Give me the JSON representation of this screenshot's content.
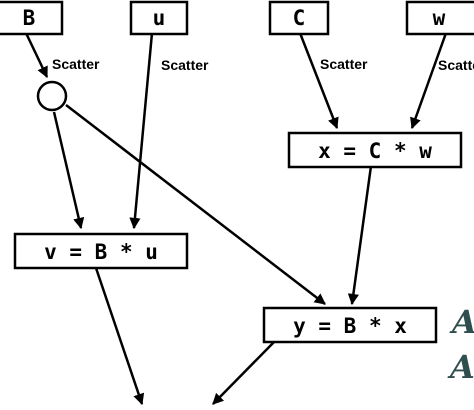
{
  "colors": {
    "stroke": "#000000",
    "box_fill": "#ffffff",
    "side_letter": "#2f4f4f"
  },
  "nodes": {
    "B": "B",
    "u": "u",
    "C": "C",
    "w": "w",
    "x_eq": "x = C * w",
    "v_eq": "v = B * u",
    "y_eq": "y = B * x"
  },
  "edge_labels": {
    "B_scatter": "Scatter",
    "u_scatter": "Scatter",
    "C_scatter": "Scatter",
    "w_scatter": "Scatter"
  },
  "side_text": {
    "letter1": "A",
    "letter2": "A"
  }
}
